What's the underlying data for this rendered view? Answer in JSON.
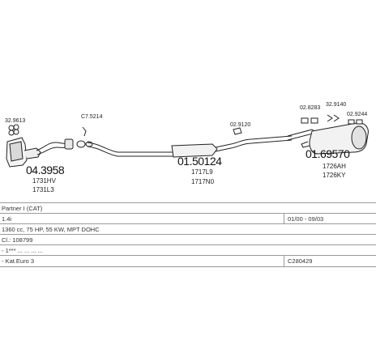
{
  "parts": {
    "cat": {
      "number": "04.3958",
      "ref1": "1731HV",
      "ref2": "1731L3"
    },
    "mid": {
      "number": "01.50124",
      "ref1": "1717L9",
      "ref2": "1717N0"
    },
    "rear": {
      "number": "01.69570",
      "ref1": "1726AH",
      "ref2": "1726KY"
    }
  },
  "small_parts": {
    "cat_clamp": "32.9613",
    "front_clamp": "C7.5214",
    "mid_hanger": "02.9120",
    "rear_hanger_a": "02.8283",
    "rear_hanger_b": "32.9140",
    "rear_hanger_c": "02.9244"
  },
  "spec_rows": [
    {
      "left": "Partner I (CAT)",
      "right": ""
    },
    {
      "left": "1.4i",
      "right": "01/00 - 09/03"
    },
    {
      "left": "1360 cc, 75 HP, 55 KW, MPT DOHC",
      "right": ""
    },
    {
      "left": "Cl.: 108799",
      "right": ""
    },
    {
      "left": "- 1*** ... ... ... ...",
      "right": ""
    },
    {
      "left": "- Kat.Euro 3",
      "right": "C280429"
    }
  ]
}
